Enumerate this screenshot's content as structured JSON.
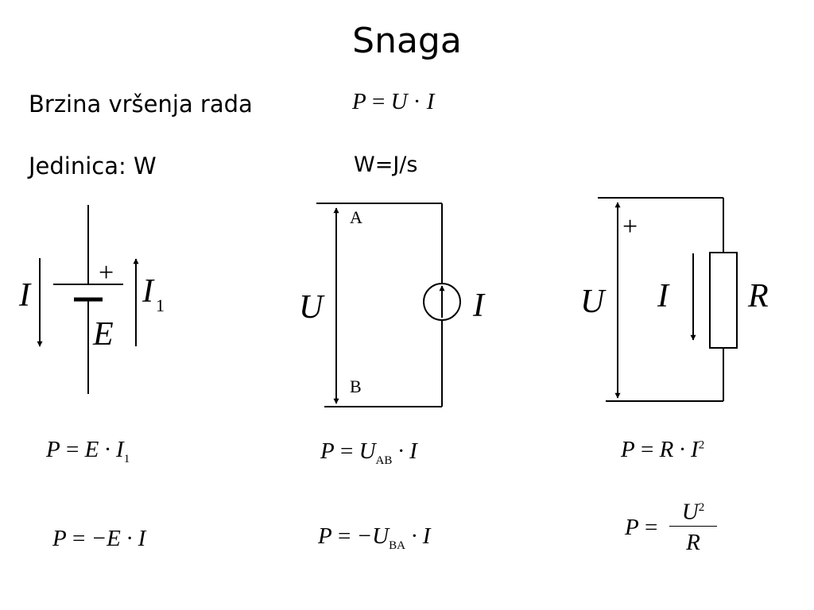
{
  "title": "Snaga",
  "definition": "Brzina vršenja rada",
  "unit_label": "Jedinica: W",
  "unit_eq": "W=J/s",
  "power_formula": {
    "lhs": "P",
    "eq": " = ",
    "a": "U",
    "dot": " · ",
    "b": "I"
  },
  "source_circuit": {
    "current_label": "I",
    "plus": "+",
    "emf_label": "E",
    "current1_label": "I",
    "current1_sub": "1",
    "formula1": {
      "lhs": "P",
      "rhs": "E · I",
      "sub": "1"
    },
    "formula2": {
      "lhs": "P",
      "rhs": "−E · I"
    }
  },
  "current_source_circuit": {
    "node_a": "A",
    "node_b": "B",
    "voltage_label": "U",
    "current_label": "I",
    "formula1": {
      "lhs": "P",
      "u": "U",
      "sub": "AB",
      "rest": " · I"
    },
    "formula2": {
      "lhs": "P",
      "u": "−U",
      "sub": "BA",
      "rest": " · I"
    }
  },
  "resistor_circuit": {
    "voltage_label": "U",
    "plus": "+",
    "current_label": "I",
    "resistor_label": "R",
    "formula1": {
      "lhs": "P",
      "rhs": "R · I",
      "sup": "2"
    },
    "formula2": {
      "lhs": "P",
      "num": "U",
      "num_sup": "2",
      "den": "R"
    }
  },
  "colors": {
    "ink": "#000000",
    "background": "#ffffff"
  }
}
